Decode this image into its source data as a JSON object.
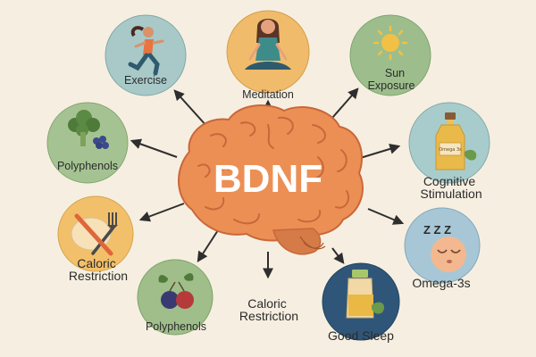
{
  "center": {
    "label": "BDNF"
  },
  "nodes": [
    {
      "id": "exercise",
      "label_lines": [
        "Exercise"
      ],
      "icon": "runner-icon",
      "circle_color": "#a8c9c8"
    },
    {
      "id": "meditation",
      "label_lines": [
        "Meditation"
      ],
      "icon": "meditation-icon",
      "circle_color": "#f0bb6a"
    },
    {
      "id": "sun-exposure",
      "label_lines": [
        "Sun",
        "Exposure"
      ],
      "icon": "sun-icon",
      "circle_color": "#9dbe8c"
    },
    {
      "id": "polyphenols-1",
      "label_lines": [
        "Polyphenols"
      ],
      "icon": "broccoli-berries-icon",
      "circle_color": "#a5c392"
    },
    {
      "id": "cognitive-stimulation",
      "label_lines": [
        "Cognitive",
        "Stimulation"
      ],
      "icon": "oil-bottle-icon",
      "circle_color": "#a8cccc"
    },
    {
      "id": "caloric-restriction-1",
      "label_lines": [
        "Caloric",
        "Restriction"
      ],
      "icon": "crossed-fork-icon",
      "circle_color": "#f2c06a"
    },
    {
      "id": "omega-3s",
      "label_lines": [
        "Omega-3s"
      ],
      "icon": "sleeping-face-icon",
      "circle_color": "#a7c7d6"
    },
    {
      "id": "polyphenols-2",
      "label_lines": [
        "Polyphenols"
      ],
      "icon": "berries-icon",
      "circle_color": "#9fbe8a"
    },
    {
      "id": "caloric-restriction-2",
      "label_lines": [
        "Caloric",
        "Restriction"
      ],
      "icon": "none"
    },
    {
      "id": "good-sleep",
      "label_lines": [
        "Good Sleep"
      ],
      "icon": "supplement-jar-icon",
      "circle_color": "#2f5678"
    }
  ],
  "bottle_label": "Omega 3s",
  "sleep_letters": "Z Z Z"
}
